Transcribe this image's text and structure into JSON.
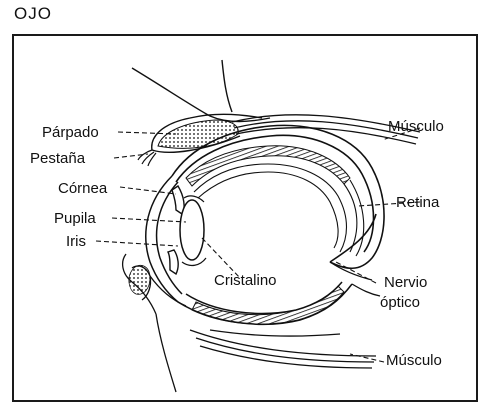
{
  "title": "OJO",
  "labels": {
    "parpado": "Párpado",
    "pestana": "Pestaña",
    "cornea": "Córnea",
    "pupila": "Pupila",
    "iris": "Iris",
    "cristalino": "Cristalino",
    "musculo_superior": "Músculo",
    "retina": "Retina",
    "nervio_optico_line1": "Nervio",
    "nervio_optico_line2": "óptico",
    "musculo_inferior": "Músculo"
  },
  "colors": {
    "ink": "#111111",
    "paper": "#ffffff"
  }
}
